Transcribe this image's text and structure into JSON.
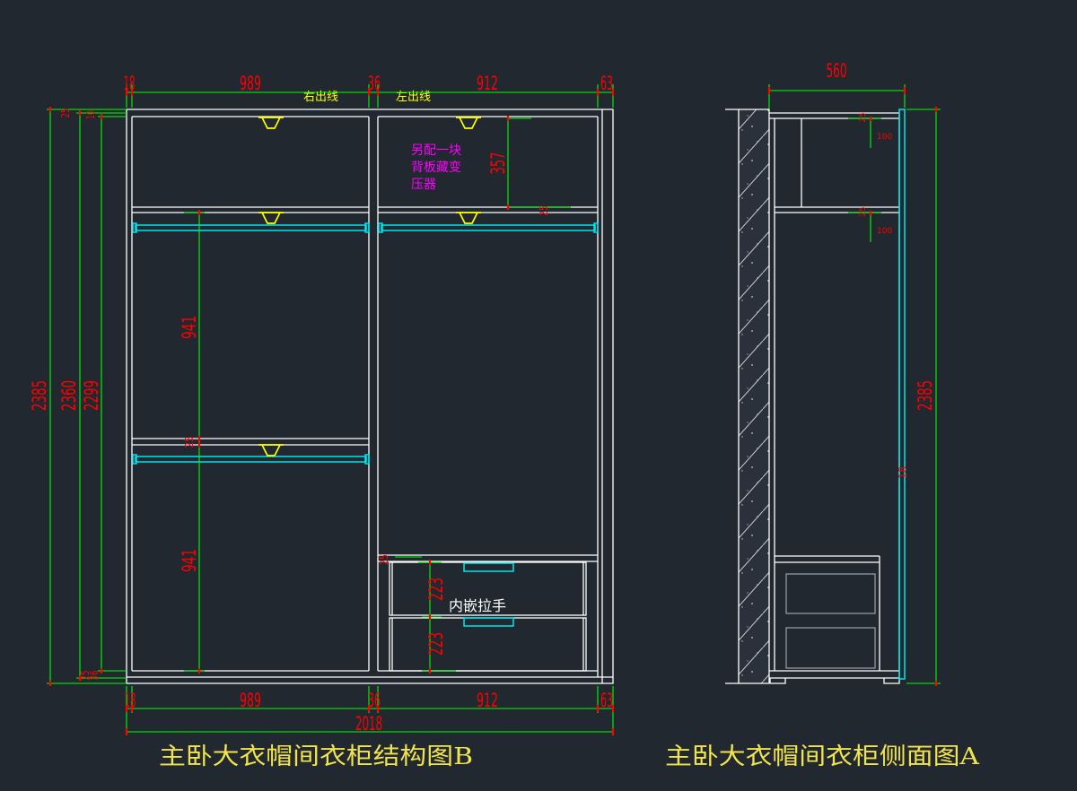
{
  "colors": {
    "background": "#212830",
    "outline": "#ffffff",
    "dimension_line": "#00ff00",
    "dimension_text": "#ff0000",
    "hanging_rail": "#00e5ee",
    "light_fixture": "#ffff00",
    "note_text": "#ff00ff",
    "caption": "#f2e44c",
    "handle_label": "#ffffff"
  },
  "front_view": {
    "title": "主卧大衣帽间衣柜结构图B",
    "top_dimensions": [
      "18",
      "989",
      "36",
      "912",
      "63"
    ],
    "bottom_dimensions": [
      "18",
      "989",
      "36",
      "912",
      "63"
    ],
    "overall_width": "2018",
    "height_dimensions": {
      "overall": "2385",
      "middle": "2360",
      "inner": "2299",
      "top_offsets": [
        "25",
        "10"
      ],
      "bottom_offsets": [
        "25",
        "36"
      ]
    },
    "cable_labels": {
      "right": "右出线",
      "left": "左出线"
    },
    "note_lines": [
      "另配一块",
      "背板藏变",
      "压器"
    ],
    "left_bay_dimensions": [
      "941",
      "25",
      "941"
    ],
    "right_bay_dimensions": {
      "top_gap": "357",
      "shelf": "25"
    },
    "drawer_dimensions": {
      "top_panel": "25",
      "drawers": [
        "223",
        "223"
      ]
    },
    "handle_label": "内嵌拉手"
  },
  "side_view": {
    "title": "主卧大衣帽间衣柜侧面图A",
    "depth": "560",
    "height": "2385",
    "front_edge": "18",
    "shelf_offsets": [
      "25",
      "100",
      "25",
      "100"
    ]
  }
}
